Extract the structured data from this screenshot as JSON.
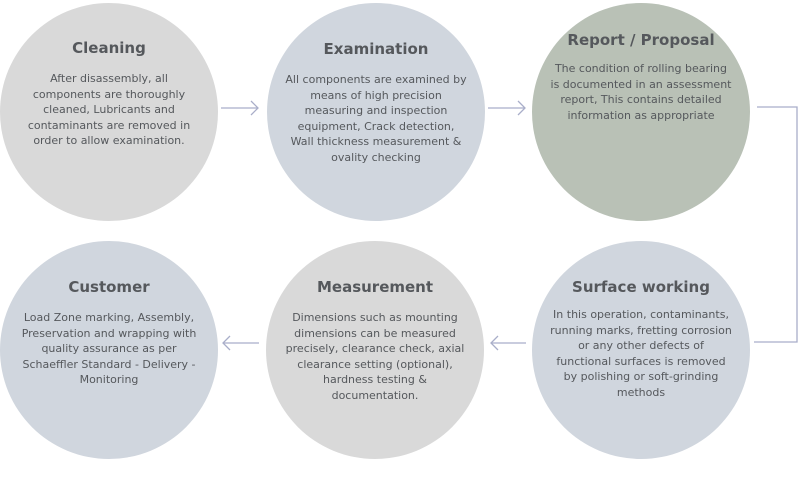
{
  "steps": {
    "cleaning": {
      "title": "Cleaning",
      "description": "After disassembly, all components are thoroughly cleaned, Lubricants and contaminants are removed in order to allow examination."
    },
    "examination": {
      "title": "Examination",
      "description": "All components are examined by means of high precision measuring and inspection equipment, Crack detection, Wall thickness measurement & ovality checking"
    },
    "report": {
      "title": "Report / Proposal",
      "description": "The condition of rolling bearing is documented in an assessment report, This contains detailed information as appropriate"
    },
    "customer": {
      "title": "Customer",
      "description": "Load Zone marking, Assembly, Preservation and wrapping with quality assurance as per Schaeffler Standard - Delivery - Monitoring"
    },
    "measurement": {
      "title": "Measurement",
      "description": "Dimensions such as mounting dimensions can be measured precisely, clearance check, axial clearance setting (optional), hardness testing & documentation."
    },
    "surface_working": {
      "title": "Surface working",
      "description": "In this operation, contaminants, running marks, fretting corrosion or any other defects of functional surfaces is removed by polishing or soft-grinding methods"
    }
  },
  "colors": {
    "gray_circle": "#d9d9d9",
    "blue_circle": "#d0d6de",
    "green_circle": "#b9c1b6",
    "arrow": "#a9aec9",
    "text": "#55585c"
  },
  "icons": [
    "arrow-right-icon",
    "arrow-left-icon"
  ]
}
